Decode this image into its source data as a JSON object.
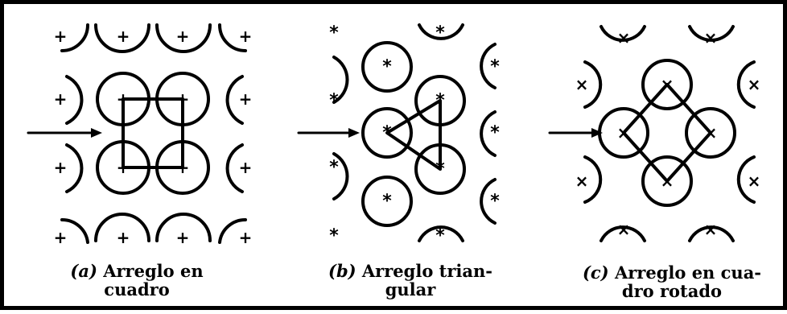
{
  "panels": [
    {
      "id": "a",
      "tag": "(a)",
      "line1": "Arreglo en",
      "line2": "cuadro",
      "marker": "+"
    },
    {
      "id": "b",
      "tag": "(b)",
      "line1": "Arreglo trian-",
      "line2": "gular",
      "marker": "*"
    },
    {
      "id": "c",
      "tag": "(c)",
      "line1": "Arreglo en cua-",
      "line2": "dro rotado",
      "marker": "×"
    }
  ],
  "colors": {
    "ink": "#000000",
    "background": "#ffffff"
  }
}
